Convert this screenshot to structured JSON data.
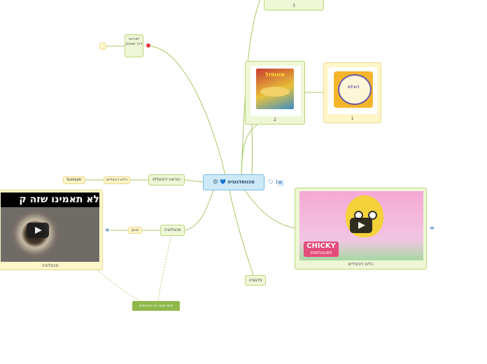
{
  "root": {
    "label": "טכנופדגוגיה",
    "emoji_heart": "💙",
    "emoji_face": "😍",
    "count": "1"
  },
  "nodes": {
    "top_card_label": "3",
    "game2_label": "2",
    "game1_label": "1",
    "tags_video_caption": "כלים דיגיטליים",
    "video_tech_caption": "טכנולוגיה",
    "video_tech_title": "לא תאמינו שזה ק",
    "chicky_brand": "CHICKY",
    "chicky_sub": "PORTUGUES",
    "family_node": "לצריכה דרך משחק",
    "digital_teaching": "הוראה דיגיטלית",
    "digital_tools_small": "כלים דיגיטליים",
    "subtopic": "Subtopic",
    "technology": "טכנולוגיה",
    "small_tag": "מיומן",
    "pedagogy": "פדגוגיה",
    "relation": "קיים קשר בין התחומים",
    "game2_box_text": "מונופול",
    "game1_box_text": "דובלה"
  },
  "colors": {
    "branch": "#a4c95f",
    "root_border": "#6fbde3",
    "dashed": "#a7c76d",
    "marker": "#e23c3c"
  }
}
